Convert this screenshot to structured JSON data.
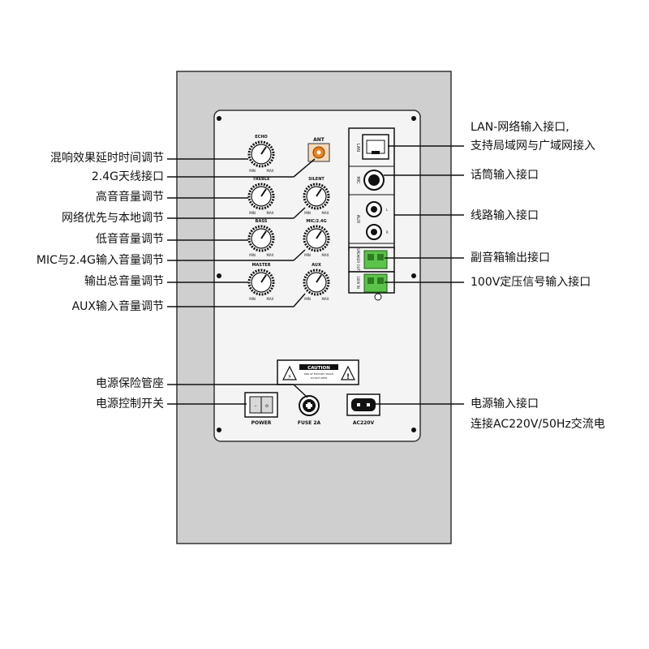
{
  "panel": {
    "knobs": [
      {
        "name": "ECHO",
        "min": "MIN",
        "max": "MAX"
      },
      {
        "name": "TREBLE",
        "min": "MIN",
        "max": "MAX"
      },
      {
        "name": "SILENT",
        "min": "MIN",
        "max": "MAX"
      },
      {
        "name": "BASS",
        "min": "MIN",
        "max": "MAX"
      },
      {
        "name": "MIC/2.4G",
        "min": "MIN",
        "max": "MAX"
      },
      {
        "name": "MASTER",
        "min": "MIN",
        "max": "MAX"
      },
      {
        "name": "AUX",
        "min": "MIN",
        "max": "MAX"
      }
    ],
    "ant": "ANT",
    "ports": {
      "lan": "LAN",
      "mic": "MIC",
      "aux": "AUX",
      "aux_l": "L",
      "aux_r": "R",
      "speaker_out": "SPEAKER OUT",
      "in_100v": "100V IN"
    },
    "caution": {
      "title": "CAUTION",
      "line1": "RISK OF ELECTRIC SHOCK",
      "line2": "DO NOT OPEN"
    },
    "power_label": "POWER",
    "fuse_label": "FUSE 2A",
    "ac_label": "AC220V"
  },
  "callouts": {
    "left": [
      "混响效果延时时间调节",
      "2.4G天线接口",
      "高音音量调节",
      "网络优先与本地调节",
      "低音音量调节",
      "MIC与2.4G输入音量调节",
      "输出总音量调节",
      "AUX输入音量调节",
      "电源保险管座",
      "电源控制开关"
    ],
    "right": {
      "lan_1": "LAN-网络输入接口,",
      "lan_2": "支持局域网与广域网接入",
      "mic": "话筒输入接口",
      "line": "线路输入接口",
      "sub": "副音箱输出接口",
      "v100": "100V定压信号输入接口",
      "power_1": "电源输入接口",
      "power_2": "连接AC220V/50Hz交流电"
    }
  },
  "colors": {
    "outer_panel": "#cfcfcf",
    "inner_panel": "#f4f4f4",
    "ant_jack": "#e8821e",
    "terminal_green": "#5cc24a",
    "line": "#111111"
  }
}
